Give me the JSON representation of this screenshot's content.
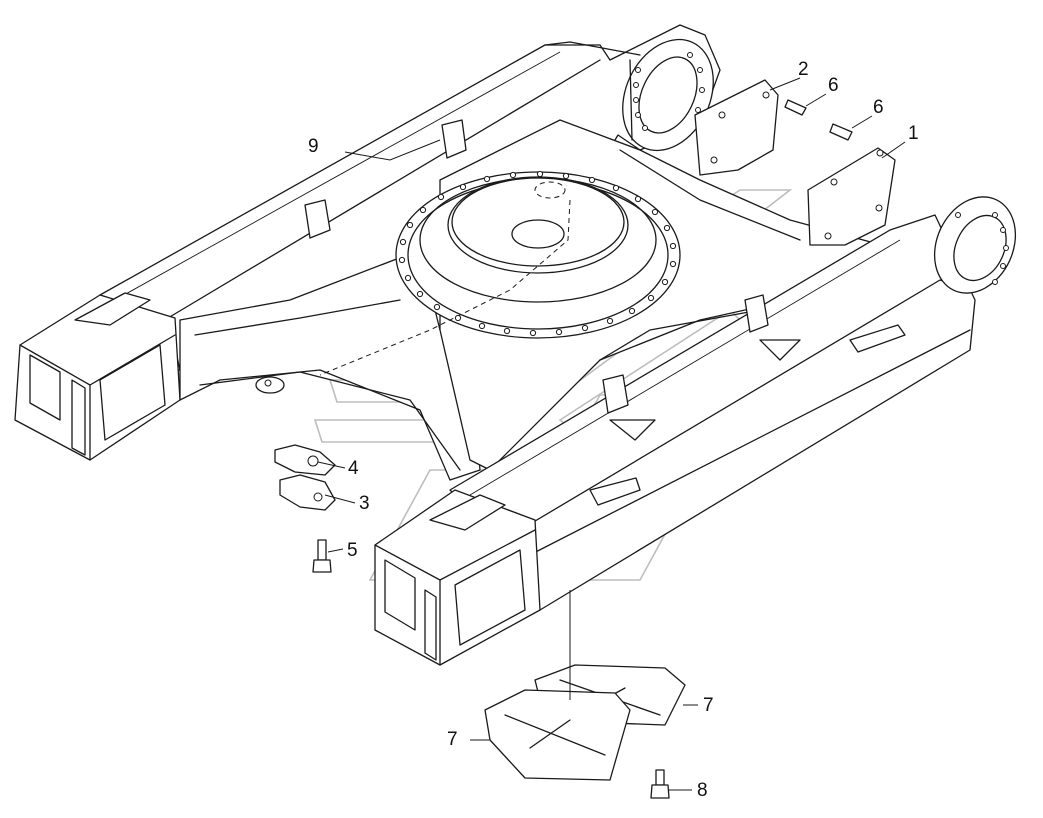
{
  "callouts": {
    "c1": "1",
    "c2": "2",
    "c3": "3",
    "c4": "4",
    "c5": "5",
    "c6a": "6",
    "c6b": "6",
    "c7a": "7",
    "c7b": "7",
    "c8": "8",
    "c9": "9"
  },
  "colors": {
    "line": "#1a1a1a",
    "watermark": "#bdbdbd",
    "background": "#ffffff"
  }
}
